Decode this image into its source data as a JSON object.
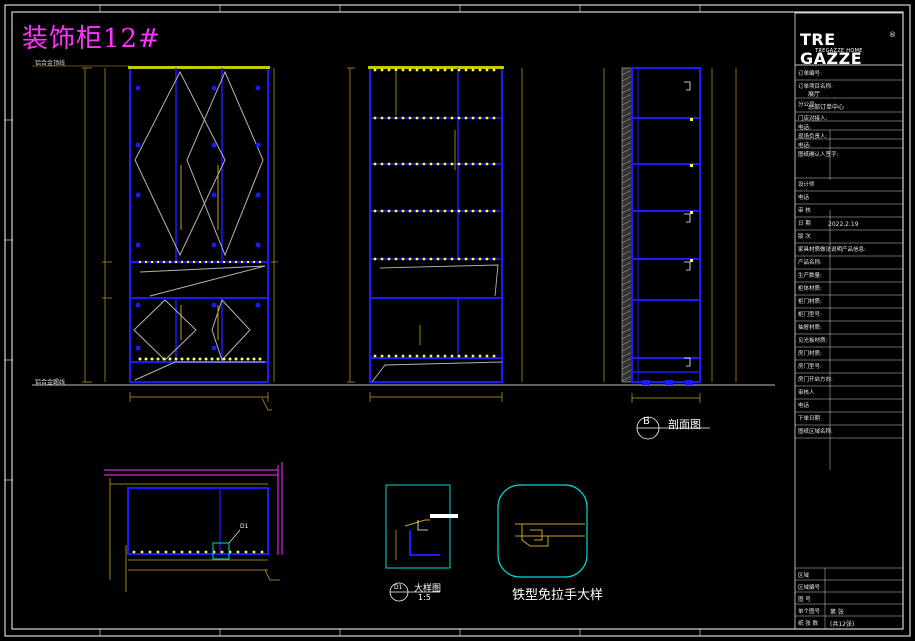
{
  "drawing": {
    "title": "装饰柜12#",
    "note_top": "铝合金顶线",
    "note_bottom": "铝合金踢线",
    "section_letter": "B",
    "section_label": "剖面图",
    "detail_letter": "D1",
    "detail_tag": "D1",
    "detail_label": "大样图",
    "detail_scale": "1:5",
    "handle_label": "铁型免拉手大样"
  },
  "colors": {
    "cabinet": "#1a1aff",
    "dimension": "#c8a020",
    "glass_pattern": "#b4b4b4",
    "detail_frame": "#00d8d8",
    "magenta": "#ff33ff",
    "shelf_dots": "#ffff40",
    "white": "#ffffff"
  },
  "title_block": {
    "logo": "TRE GAZZE",
    "logo_reg": "®",
    "logo_sub": "TREGAZZE HOME",
    "rows": [
      {
        "label": "订单编号:",
        "value": ""
      },
      {
        "label": "订单项目名称:",
        "value": "展厅"
      },
      {
        "label": "分公司:",
        "value": "总部订单中心"
      },
      {
        "label": "门店对接人:",
        "value": ""
      },
      {
        "label": "电话:",
        "value": ""
      },
      {
        "label": "现场负责人:",
        "value": ""
      },
      {
        "label": "电话:",
        "value": ""
      },
      {
        "label": "图纸确认人签字:",
        "value": ""
      },
      {
        "label": "设计师",
        "value": ""
      },
      {
        "label": "电话",
        "value": ""
      },
      {
        "label": "审  核",
        "value": ""
      },
      {
        "label": "日  期",
        "value": "2022.2.19"
      },
      {
        "label": "版  次",
        "value": ""
      },
      {
        "label": "家具材质做法说明产品信息:",
        "value": ""
      },
      {
        "label": "产品名称:",
        "value": ""
      },
      {
        "label": "生产数量:",
        "value": ""
      },
      {
        "label": "柜体材质:",
        "value": ""
      },
      {
        "label": "柜门材质:",
        "value": ""
      },
      {
        "label": "柜门型号:",
        "value": ""
      },
      {
        "label": "抽屉材质:",
        "value": ""
      },
      {
        "label": "见光板材质:",
        "value": ""
      },
      {
        "label": "房门材质:",
        "value": ""
      },
      {
        "label": "房门型号:",
        "value": ""
      },
      {
        "label": "房门开启方向:",
        "value": ""
      },
      {
        "label": "审核人",
        "value": ""
      },
      {
        "label": "电话",
        "value": ""
      },
      {
        "label": "下单日期",
        "value": ""
      },
      {
        "label": "图纸区域名称:",
        "value": ""
      }
    ],
    "bottom_rows": [
      {
        "label": "区域",
        "value": ""
      },
      {
        "label": "区域编号",
        "value": ""
      },
      {
        "label": "图  号",
        "value": ""
      },
      {
        "label": "单个图号",
        "value": "第    张"
      },
      {
        "label": "纸  张  数",
        "value": "(共12张)"
      }
    ]
  }
}
